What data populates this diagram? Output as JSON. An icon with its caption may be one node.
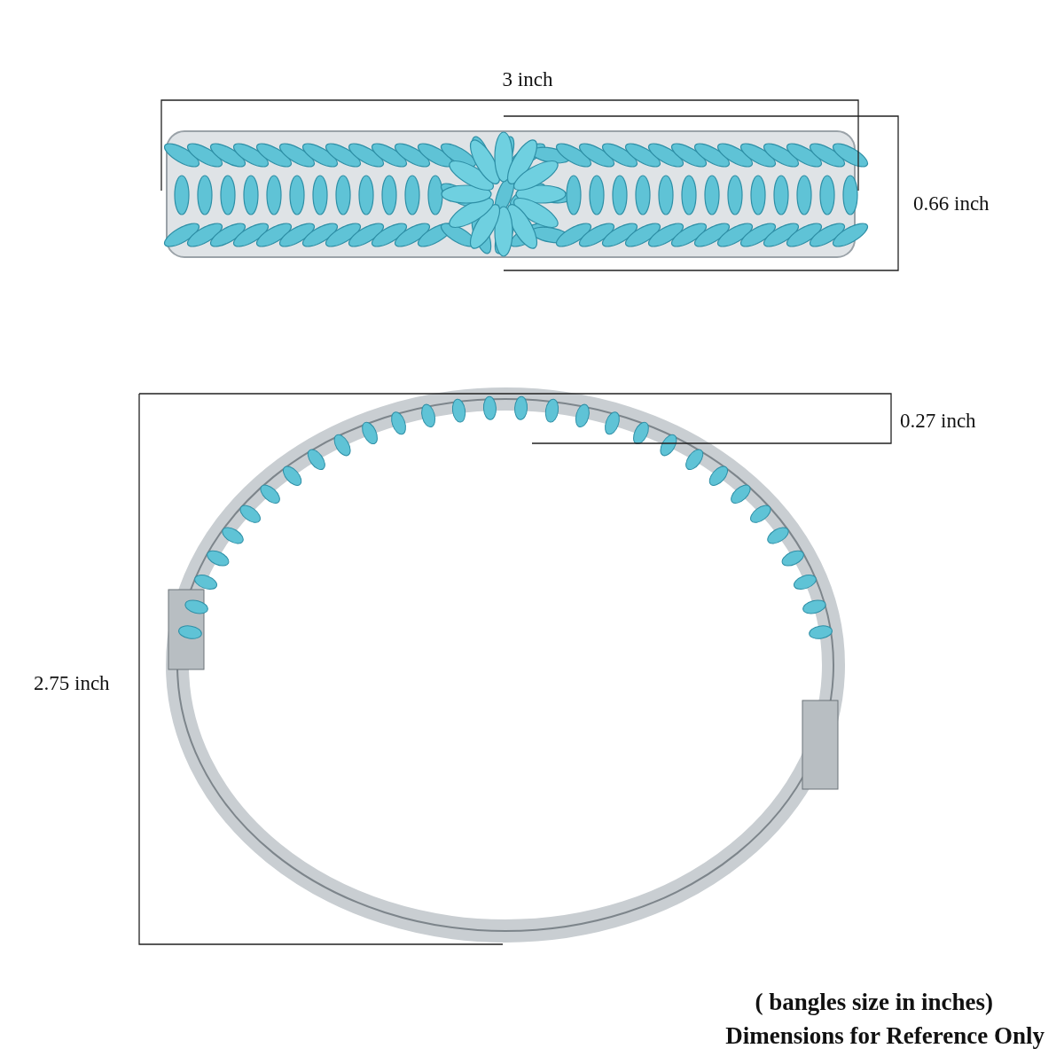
{
  "diagram": {
    "labels": [
      "3 inch",
      "0.66 inch",
      "0.27 inch",
      "2.75 inch",
      "( bangles size in inches)",
      "Dimensions for Reference Only"
    ]
  }
}
